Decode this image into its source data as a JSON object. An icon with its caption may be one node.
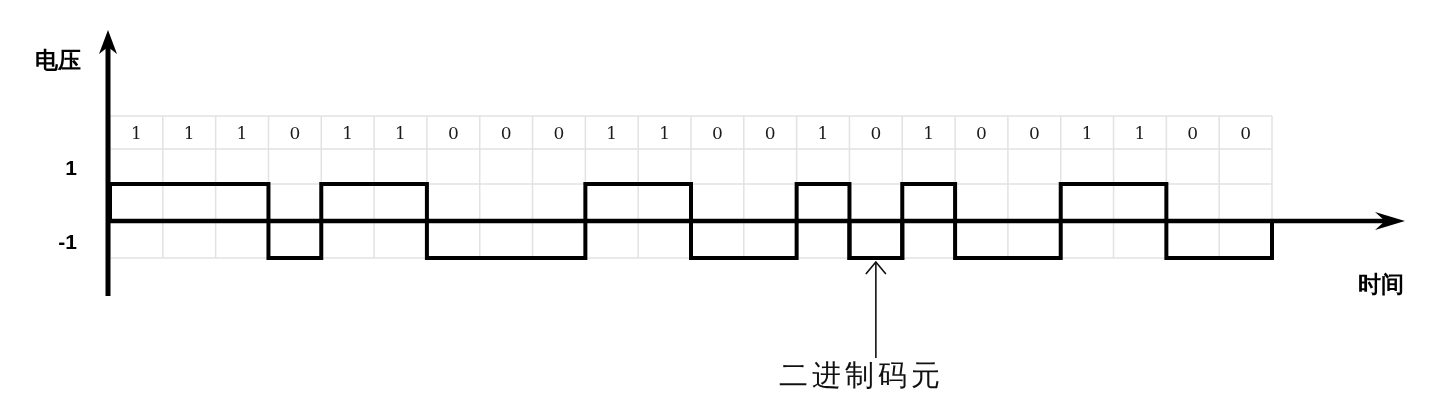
{
  "diagram": {
    "nodes": [
      {
        "text": [],
        "shape": "line"
      },
      {
        "text": [
          "二进制码元"
        ]
      }
    ],
    "edges": [
      {
        "from": 1,
        "to": 0,
        "arrow": "to"
      }
    ],
    "labels": [
      "电压",
      "1",
      "1",
      "1",
      "0",
      "1",
      "1",
      "0",
      "0",
      "0",
      "1",
      "1",
      "0",
      "0",
      "1",
      "0",
      "1",
      "0",
      "0",
      "1",
      "1",
      "0",
      "0",
      "1",
      "-1",
      "时间"
    ]
  }
}
